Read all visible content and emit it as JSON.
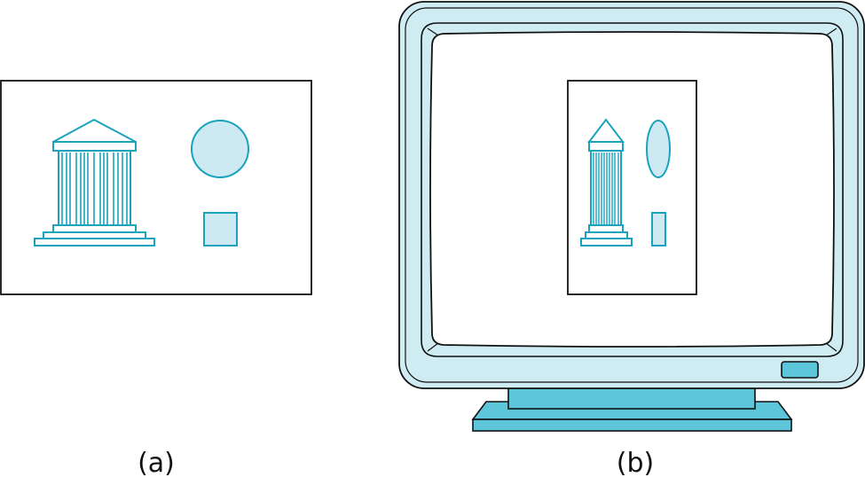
{
  "captions": {
    "a": "(a)",
    "b": "(b)"
  },
  "colors": {
    "outline": "#111111",
    "accent_stroke": "#1aa3bd",
    "accent_fill": "#cdeaf2",
    "monitor_body": "#cfecf3",
    "stand_fill": "#5ec6da",
    "screen_bg": "#ffffff"
  },
  "panels": [
    {
      "id": "a",
      "description_shapes": [
        "temple-icon",
        "circle-shape",
        "square-shape"
      ]
    },
    {
      "id": "b",
      "description_shapes": [
        "monitor",
        "temple-icon",
        "ellipse-shape",
        "rectangle-shape"
      ]
    }
  ]
}
